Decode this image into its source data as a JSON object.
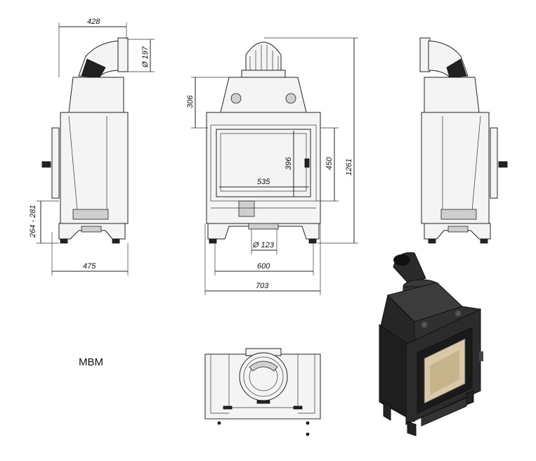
{
  "model_label": "MBM",
  "dimensions": {
    "side_top_width": "428",
    "flue_diameter": "Ø 197",
    "side_base_width": "475",
    "side_leg_height": "264 - 281",
    "front_hood_height": "306",
    "front_glass_width": "535",
    "front_glass_height": "396",
    "front_door_height": "450",
    "front_total_height": "1261",
    "air_inlet_diameter": "Ø 123",
    "front_inner_width": "600",
    "front_total_width": "703"
  },
  "colors": {
    "line": "#222222",
    "body_fill": "#f4f4f4",
    "render_dark": "#2a2a2a",
    "glass_beige": "#d9c9a8"
  }
}
